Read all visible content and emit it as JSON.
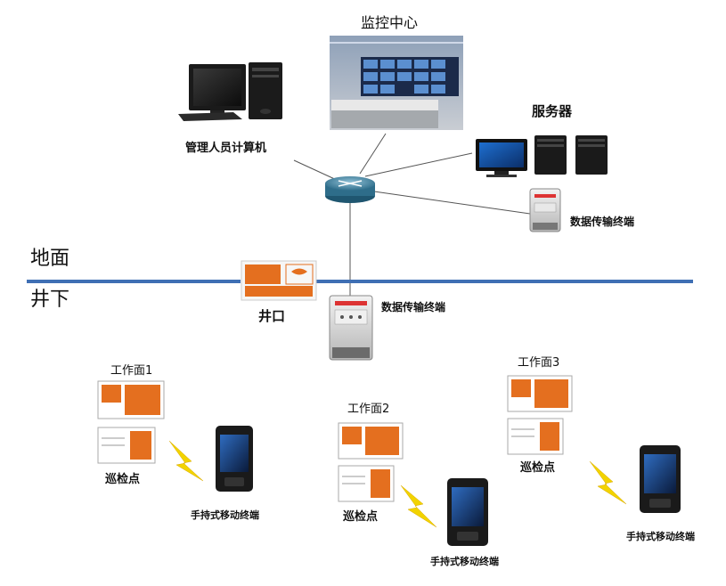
{
  "labels": {
    "monitor_center": "监控中心",
    "admin_pc": "管理人员计算机",
    "server": "服务器",
    "data_terminal_top": "数据传输终端",
    "surface": "地面",
    "underground": "井下",
    "shaft": "井口",
    "data_terminal_mid": "数据传输终端",
    "work1": "工作面1",
    "work2": "工作面2",
    "work3": "工作面3",
    "checkpoint1": "巡检点",
    "checkpoint2": "巡检点",
    "checkpoint3": "巡检点",
    "handheld1": "手持式移动终端",
    "handheld2": "手持式移动终端",
    "handheld3": "手持式移动终端"
  },
  "colors": {
    "divider": "#3f6fb4",
    "brand_orange": "#e46f1f",
    "link_line": "#555555",
    "lightning": "#f2d300"
  }
}
